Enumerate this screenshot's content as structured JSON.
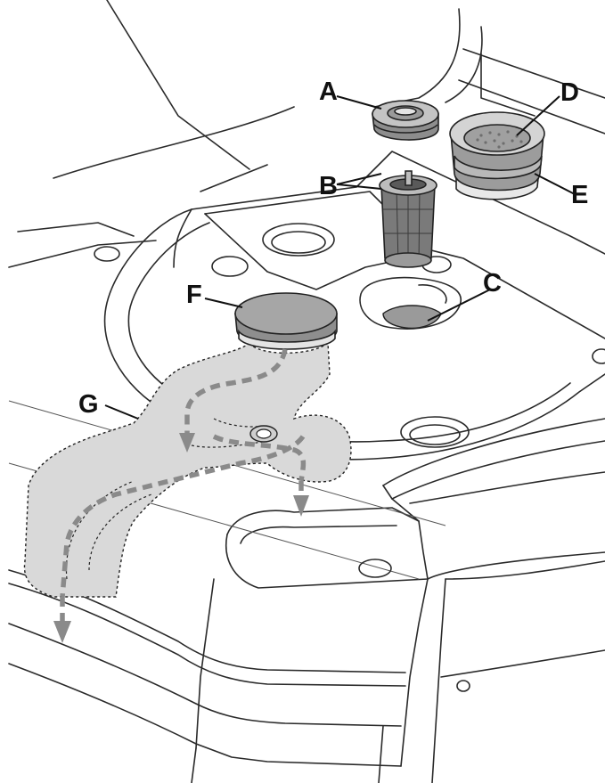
{
  "diagram": {
    "callouts": {
      "a": "A",
      "b": "B",
      "c": "C",
      "d": "D",
      "e": "E",
      "f": "F",
      "g": "G"
    },
    "colors": {
      "line": "#2a2a2a",
      "part_fill": "#bdbdbd",
      "zone_fill": "#d9d9d9",
      "flow_arrow": "#8a8a8a"
    }
  }
}
